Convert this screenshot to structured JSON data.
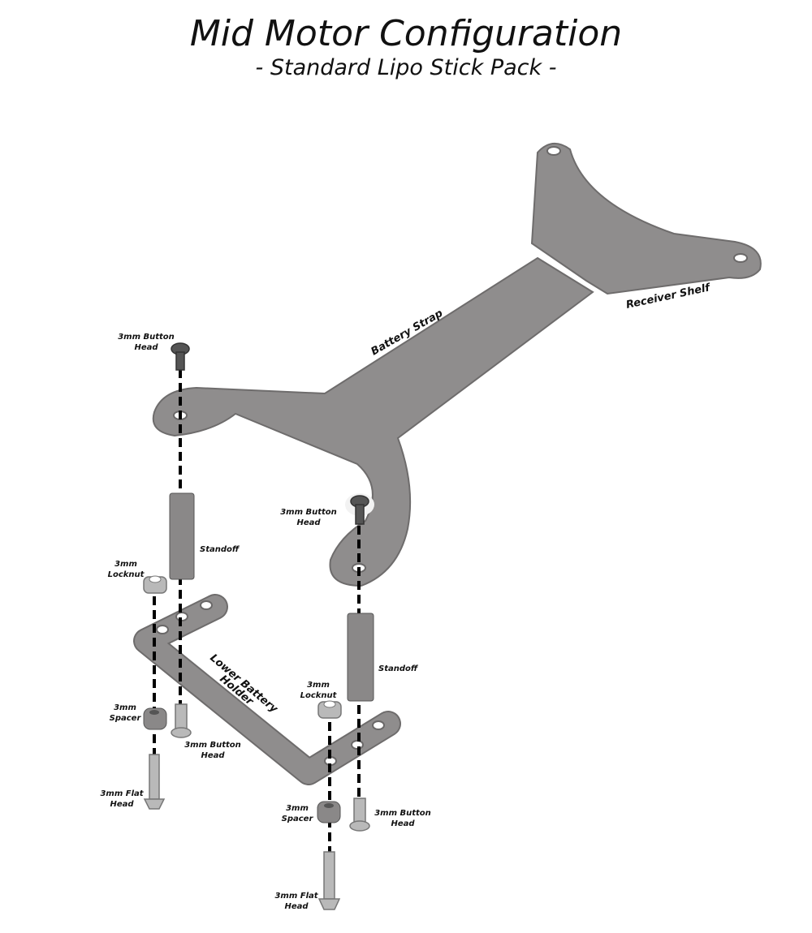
{
  "title": "Mid Motor Configuration",
  "subtitle": "- Standard Lipo Stick Pack -",
  "labels": {
    "battery_strap": "Battery Strap",
    "receiver_shelf": "Receiver Shelf",
    "button_head_top_1": "3mm Button",
    "button_head_top_2": "Head",
    "button_head_mid_1": "3mm Button",
    "button_head_mid_2": "Head",
    "standoff_left": "Standoff",
    "standoff_right": "Standoff",
    "locknut_left_1": "3mm",
    "locknut_left_2": "Locknut",
    "locknut_right_1": "3mm",
    "locknut_right_2": "Locknut",
    "lower_holder_1": "Lower Battery",
    "lower_holder_2": "Holder",
    "spacer_left_1": "3mm",
    "spacer_left_2": "Spacer",
    "spacer_right_1": "3mm",
    "spacer_right_2": "Spacer",
    "button_head_low_left_1": "3mm Button",
    "button_head_low_left_2": "Head",
    "button_head_low_right_1": "3mm Button",
    "button_head_low_right_2": "Head",
    "flat_head_left_1": "3mm Flat",
    "flat_head_left_2": "Head",
    "flat_head_right_1": "3mm Flat",
    "flat_head_right_2": "Head"
  }
}
